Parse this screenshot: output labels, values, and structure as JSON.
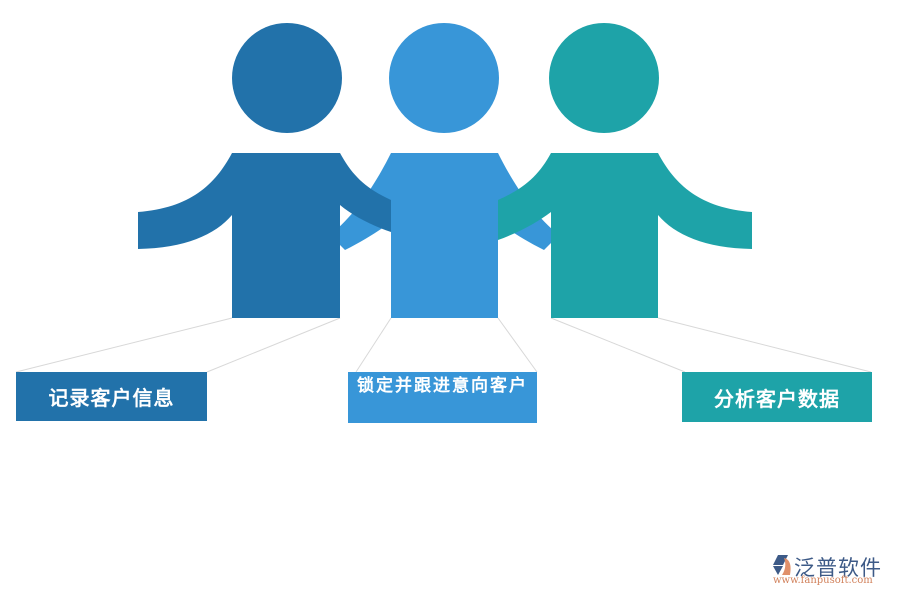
{
  "diagram": {
    "type": "three-person-concept",
    "colors": {
      "person1": "#2272aa",
      "person2": "#3896d8",
      "person3": "#1ea3a8",
      "connector": "#d6d6d6"
    },
    "persons": [
      {
        "id": "person-1",
        "label": "记录客户信息",
        "color": "#2272aa"
      },
      {
        "id": "person-2",
        "label": "锁定并跟进意向客户",
        "color": "#3896d8"
      },
      {
        "id": "person-3",
        "label": "分析客户数据",
        "color": "#1ea3a8"
      }
    ]
  },
  "logo": {
    "name": "泛普软件",
    "url": "www.fanpusoft.com",
    "icon": "fanpu-logo-icon"
  }
}
